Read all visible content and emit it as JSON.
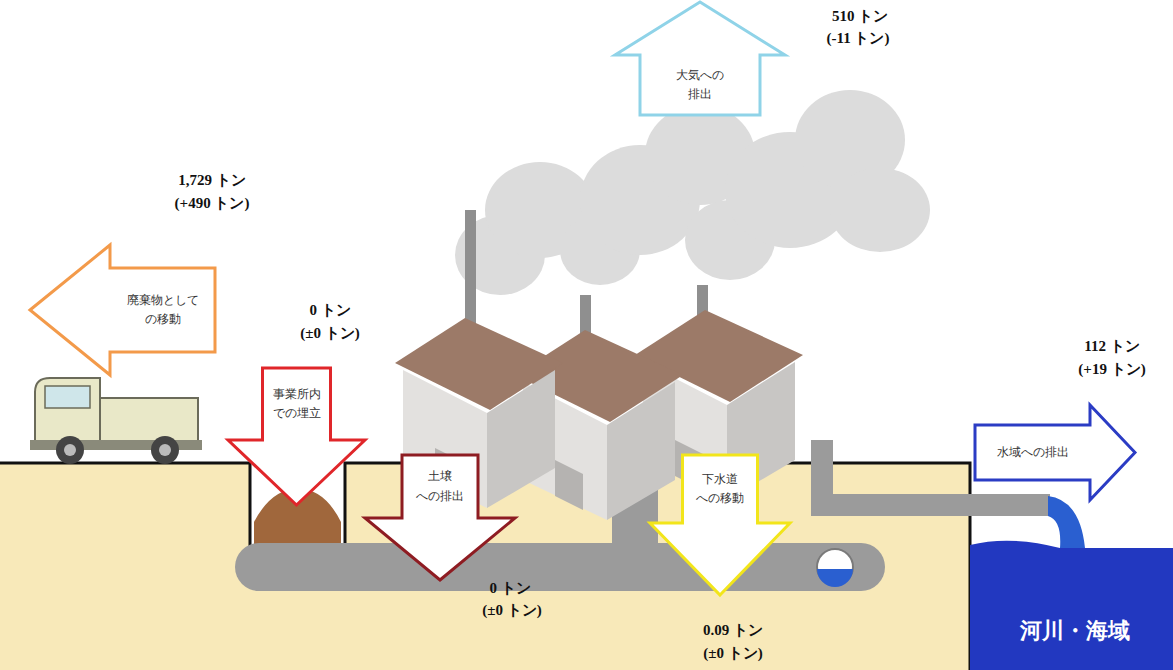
{
  "diagram": {
    "nodes": [
      {
        "text": [
          "大気への 排出",
          "510 トン",
          "(-11 トン)"
        ]
      },
      {
        "text": [
          "廃棄物として の移動",
          "1,729 トン",
          "(+490 トン)"
        ]
      },
      {
        "text": [
          "事業所内 での埋立",
          "0 トン",
          "(±0 トン)"
        ]
      },
      {
        "text": [
          "土壌 への排出",
          "0 トン",
          "(±0 トン)"
        ]
      },
      {
        "text": [
          "下水道 への移動",
          "0.09 トン",
          "(±0 トン)"
        ]
      },
      {
        "text": [
          "水域への排出",
          "112 トン",
          "(+19 トン)"
        ]
      }
    ],
    "labels": [
      "河川・海域"
    ]
  }
}
